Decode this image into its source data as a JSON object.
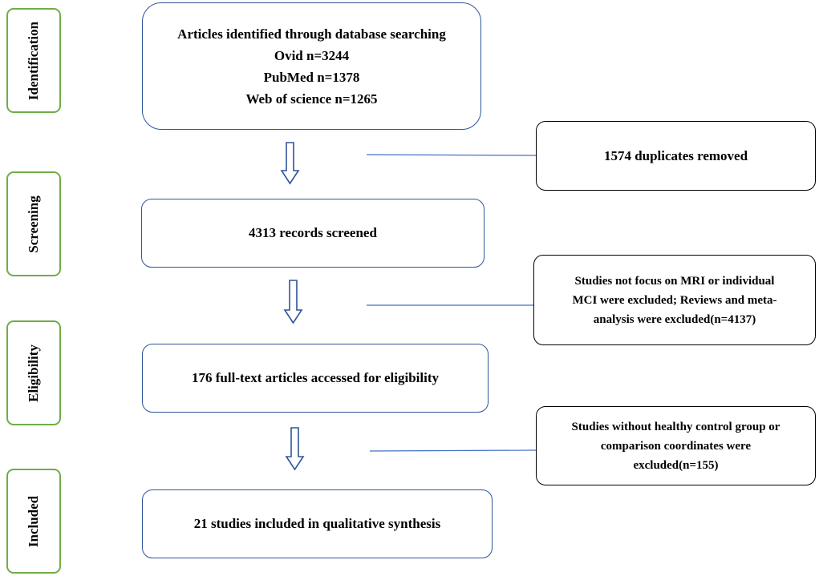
{
  "stages": [
    {
      "id": "identification",
      "label": "Identification"
    },
    {
      "id": "screening",
      "label": "Screening"
    },
    {
      "id": "eligibility",
      "label": "Eligibility"
    },
    {
      "id": "included",
      "label": "Included"
    }
  ],
  "main_boxes": {
    "identified": {
      "lines": [
        "Articles identified through database searching",
        "Ovid n=3244",
        "PubMed n=1378",
        "Web of science n=1265"
      ]
    },
    "screened": {
      "text": "4313 records screened"
    },
    "eligibility": {
      "text": "176 full-text articles accessed for eligibility"
    },
    "included": {
      "text": "21 studies included in qualitative synthesis"
    }
  },
  "exclusion_boxes": {
    "duplicates": {
      "text": "1574 duplicates removed"
    },
    "excluded_screening": {
      "lines": [
        "Studies not focus on MRI or individual",
        "MCI were excluded; Reviews and meta-",
        "analysis were excluded(n=4137)"
      ]
    },
    "excluded_eligibility": {
      "lines": [
        "Studies without healthy control group or",
        "comparison coordinates were",
        "excluded(n=155)"
      ]
    }
  },
  "colors": {
    "stage_border": "#70ad47",
    "main_border": "#2f5597",
    "arrow_stroke": "#2f5597",
    "connector_line": "#4472c4",
    "exclusion_border": "#000000"
  }
}
